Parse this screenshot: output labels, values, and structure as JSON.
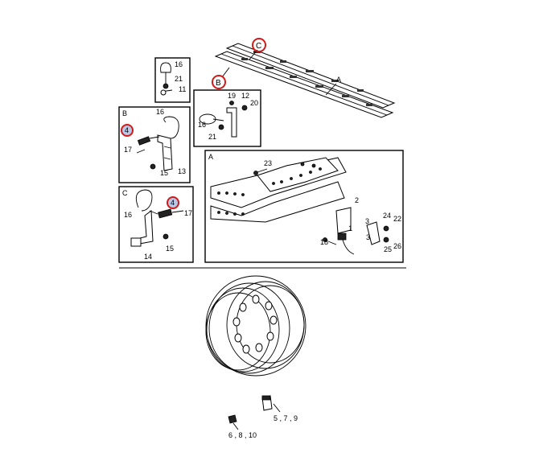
{
  "panels": {
    "top_small": {
      "labels": [
        "16",
        "21",
        "11"
      ]
    },
    "b_detail": {
      "title": "B",
      "labels": [
        "16",
        "4",
        "17",
        "15",
        "13"
      ]
    },
    "mid_detail": {
      "labels": [
        "19",
        "12",
        "20",
        "16",
        "21"
      ]
    },
    "c_detail": {
      "title": "C",
      "labels": [
        "16",
        "4",
        "17",
        "14",
        "15"
      ]
    },
    "a_detail": {
      "title": "A",
      "labels": [
        "23",
        "2",
        "1",
        "3",
        "18",
        "24",
        "22",
        "3",
        "25",
        "26"
      ]
    }
  },
  "rails": {
    "callouts": [
      "C",
      "B",
      "A"
    ]
  },
  "wheel": {
    "labels": [
      "5 , 7 , 9",
      "6 , 8 , 10"
    ]
  },
  "colors": {
    "highlight_ring": "#d11a1a",
    "highlight_fill": "#b9c7e6"
  }
}
